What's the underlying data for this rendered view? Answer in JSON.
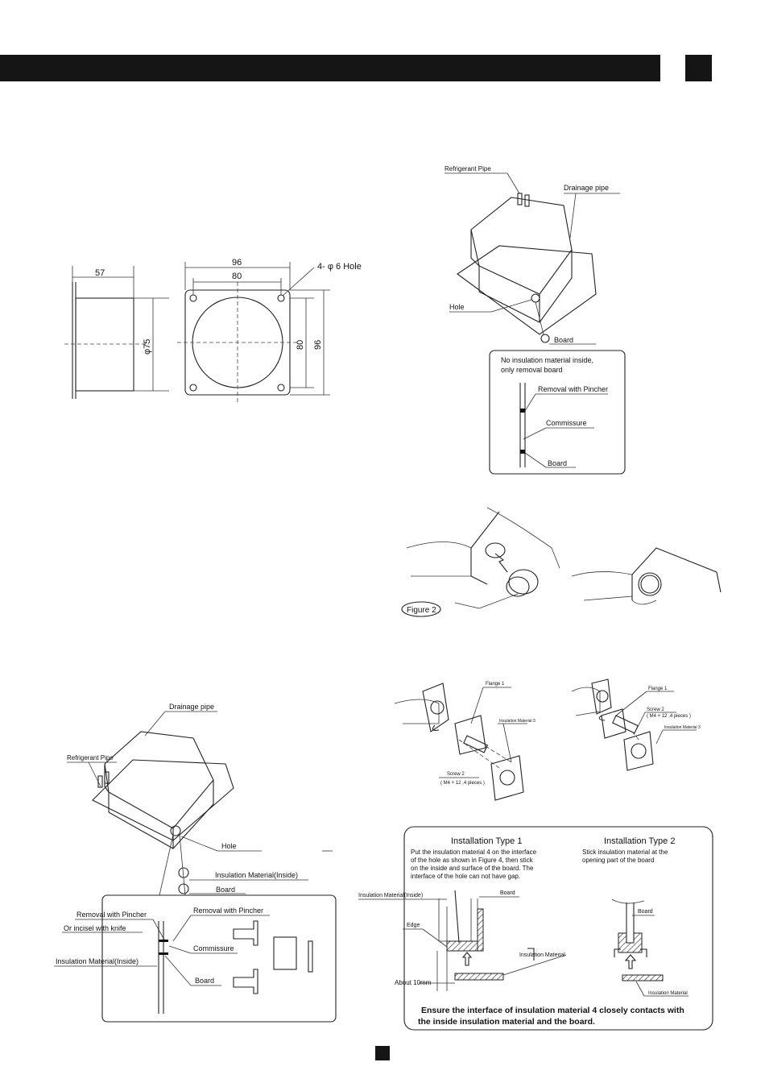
{
  "dimensions": {
    "depth": "57",
    "outer": "96",
    "inner": "80",
    "diameter": "φ75",
    "holes": "4- φ 6 Hole",
    "side_inner": "80",
    "side_outer": "96"
  },
  "fig_top_right": {
    "refrigerant_pipe": "Refrigerant Pipe",
    "drainage_pipe": "Drainage pipe",
    "hole": "Hole",
    "board": "Board",
    "note_line1": "No insulation material inside,",
    "note_line2": "only removal board",
    "removal": "Removal with Pincher",
    "commissure": "Commissure",
    "board2": "Board"
  },
  "fig2": {
    "label": "Figure 2"
  },
  "fig_flange": {
    "flange_left": "Flange 1",
    "insulation_left": "Insulation Material 3",
    "screw_left": "Screw 2",
    "screw_left_spec": "( M4 × 12 ,4 pieces )",
    "flange_right": "Flange 1",
    "screw_right": "Screw 2",
    "screw_right_spec": "( M4 × 12 ,4 pieces )",
    "insulation_right": "Insulation Material 3"
  },
  "fig_bottom_left": {
    "drainage_pipe": "Drainage pipe",
    "refrigerant_pipe": "Refrigerant Pipe",
    "hole": "Hole",
    "insulation_inside": "Insulation Material(Inside)",
    "board": "Board",
    "removal1": "Removal with Pincher",
    "removal2": "Removal with Pincher",
    "incise": "Or incisel with knife",
    "commissure": "Commissure",
    "insulation_inside2": "Insulation Material(Inside)",
    "board2": "Board"
  },
  "install": {
    "type1_title": "Installation Type 1",
    "type1_l1": "Put the insulation material 4 on the interface",
    "type1_l2": "of the hole as shown in Figure 4, then stick",
    "type1_l3": "on the inside and surface of the board. The",
    "type1_l4": "interface of the hole can not have gap.",
    "type2_title": "Installation Type 2",
    "type2_l1": "Stick insulation material at the",
    "type2_l2": "opening part of the board",
    "insulation_inside": "Insulation Material(Inside)",
    "board": "Board",
    "edge": "Edge",
    "insulation_material": "Insulation Material",
    "about": "About 10mm",
    "board_r": "Board",
    "insulation_material_r": "Insulation Material",
    "footer1": "Ensure the interface of insulation material 4 closely contacts with",
    "footer2": "the inside insulation material and the board."
  }
}
